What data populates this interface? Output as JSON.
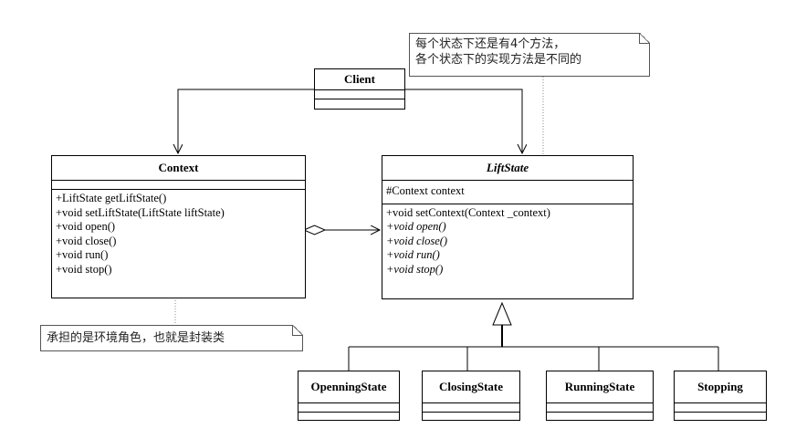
{
  "classes": {
    "client": {
      "name": "Client"
    },
    "context": {
      "name": "Context",
      "methods": [
        "+LiftState getLiftState()",
        "+void setLiftState(LiftState liftState)",
        "+void open()",
        "+void close()",
        "+void run()",
        "+void stop()"
      ]
    },
    "lift_state": {
      "name": "LiftState",
      "attributes": [
        "#Context context"
      ],
      "methods": [
        "+void setContext(Context _context)",
        "+void open()",
        "+void close()",
        "+void run()",
        "+void stop()"
      ]
    },
    "openning_state": {
      "name": "OpenningState"
    },
    "closing_state": {
      "name": "ClosingState"
    },
    "running_state": {
      "name": "RunningState"
    },
    "stopping": {
      "name": "Stopping"
    }
  },
  "notes": {
    "top": {
      "lines": [
        "每个状态下还是有4个方法，",
        "各个状态下的实现方法是不同的"
      ]
    },
    "bottom": {
      "lines": [
        "承担的是环境角色，也就是封装类"
      ]
    }
  }
}
